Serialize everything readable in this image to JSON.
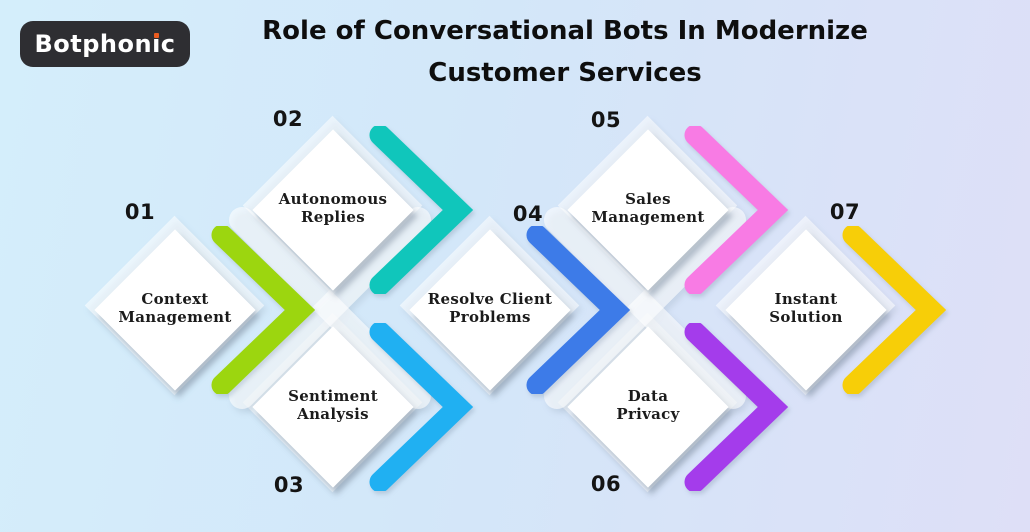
{
  "logo": {
    "text": "Botphonic",
    "text_before_i": "Botphon",
    "i_char": "ı",
    "text_after_i": "c",
    "bg_color": "#2E2E32",
    "dot_color": "#EA5B1F"
  },
  "title": {
    "line1": "Role of Conversational Bots In Modernize",
    "line2": "Customer Services"
  },
  "steps": [
    {
      "number": "01",
      "label": "Context Management",
      "line1": "Context",
      "line2": "Management",
      "chevron_color": "#9CD60F"
    },
    {
      "number": "02",
      "label": "Autonomous Replies",
      "line1": "Autonomous",
      "line2": "Replies",
      "chevron_color": "#10C6BB"
    },
    {
      "number": "03",
      "label": "Sentiment Analysis",
      "line1": "Sentiment",
      "line2": "Analysis",
      "chevron_color": "#20B0F2"
    },
    {
      "number": "04",
      "label": "Resolve Client Problems",
      "line1": "Resolve Client",
      "line2": "Problems",
      "chevron_color": "#3D7BE8"
    },
    {
      "number": "05",
      "label": "Sales Management",
      "line1": "Sales",
      "line2": "Management",
      "chevron_color": "#F87BE4"
    },
    {
      "number": "06",
      "label": "Data Privacy",
      "line1": "Data",
      "line2": "Privacy",
      "chevron_color": "#A43CEB"
    },
    {
      "number": "07",
      "label": "Instant Solution",
      "line1": "Instant",
      "line2": "Solution",
      "chevron_color": "#F7CE08"
    }
  ],
  "background": {
    "gradient_left": "#D4EEFB",
    "gradient_right": "#DEDFF7"
  }
}
